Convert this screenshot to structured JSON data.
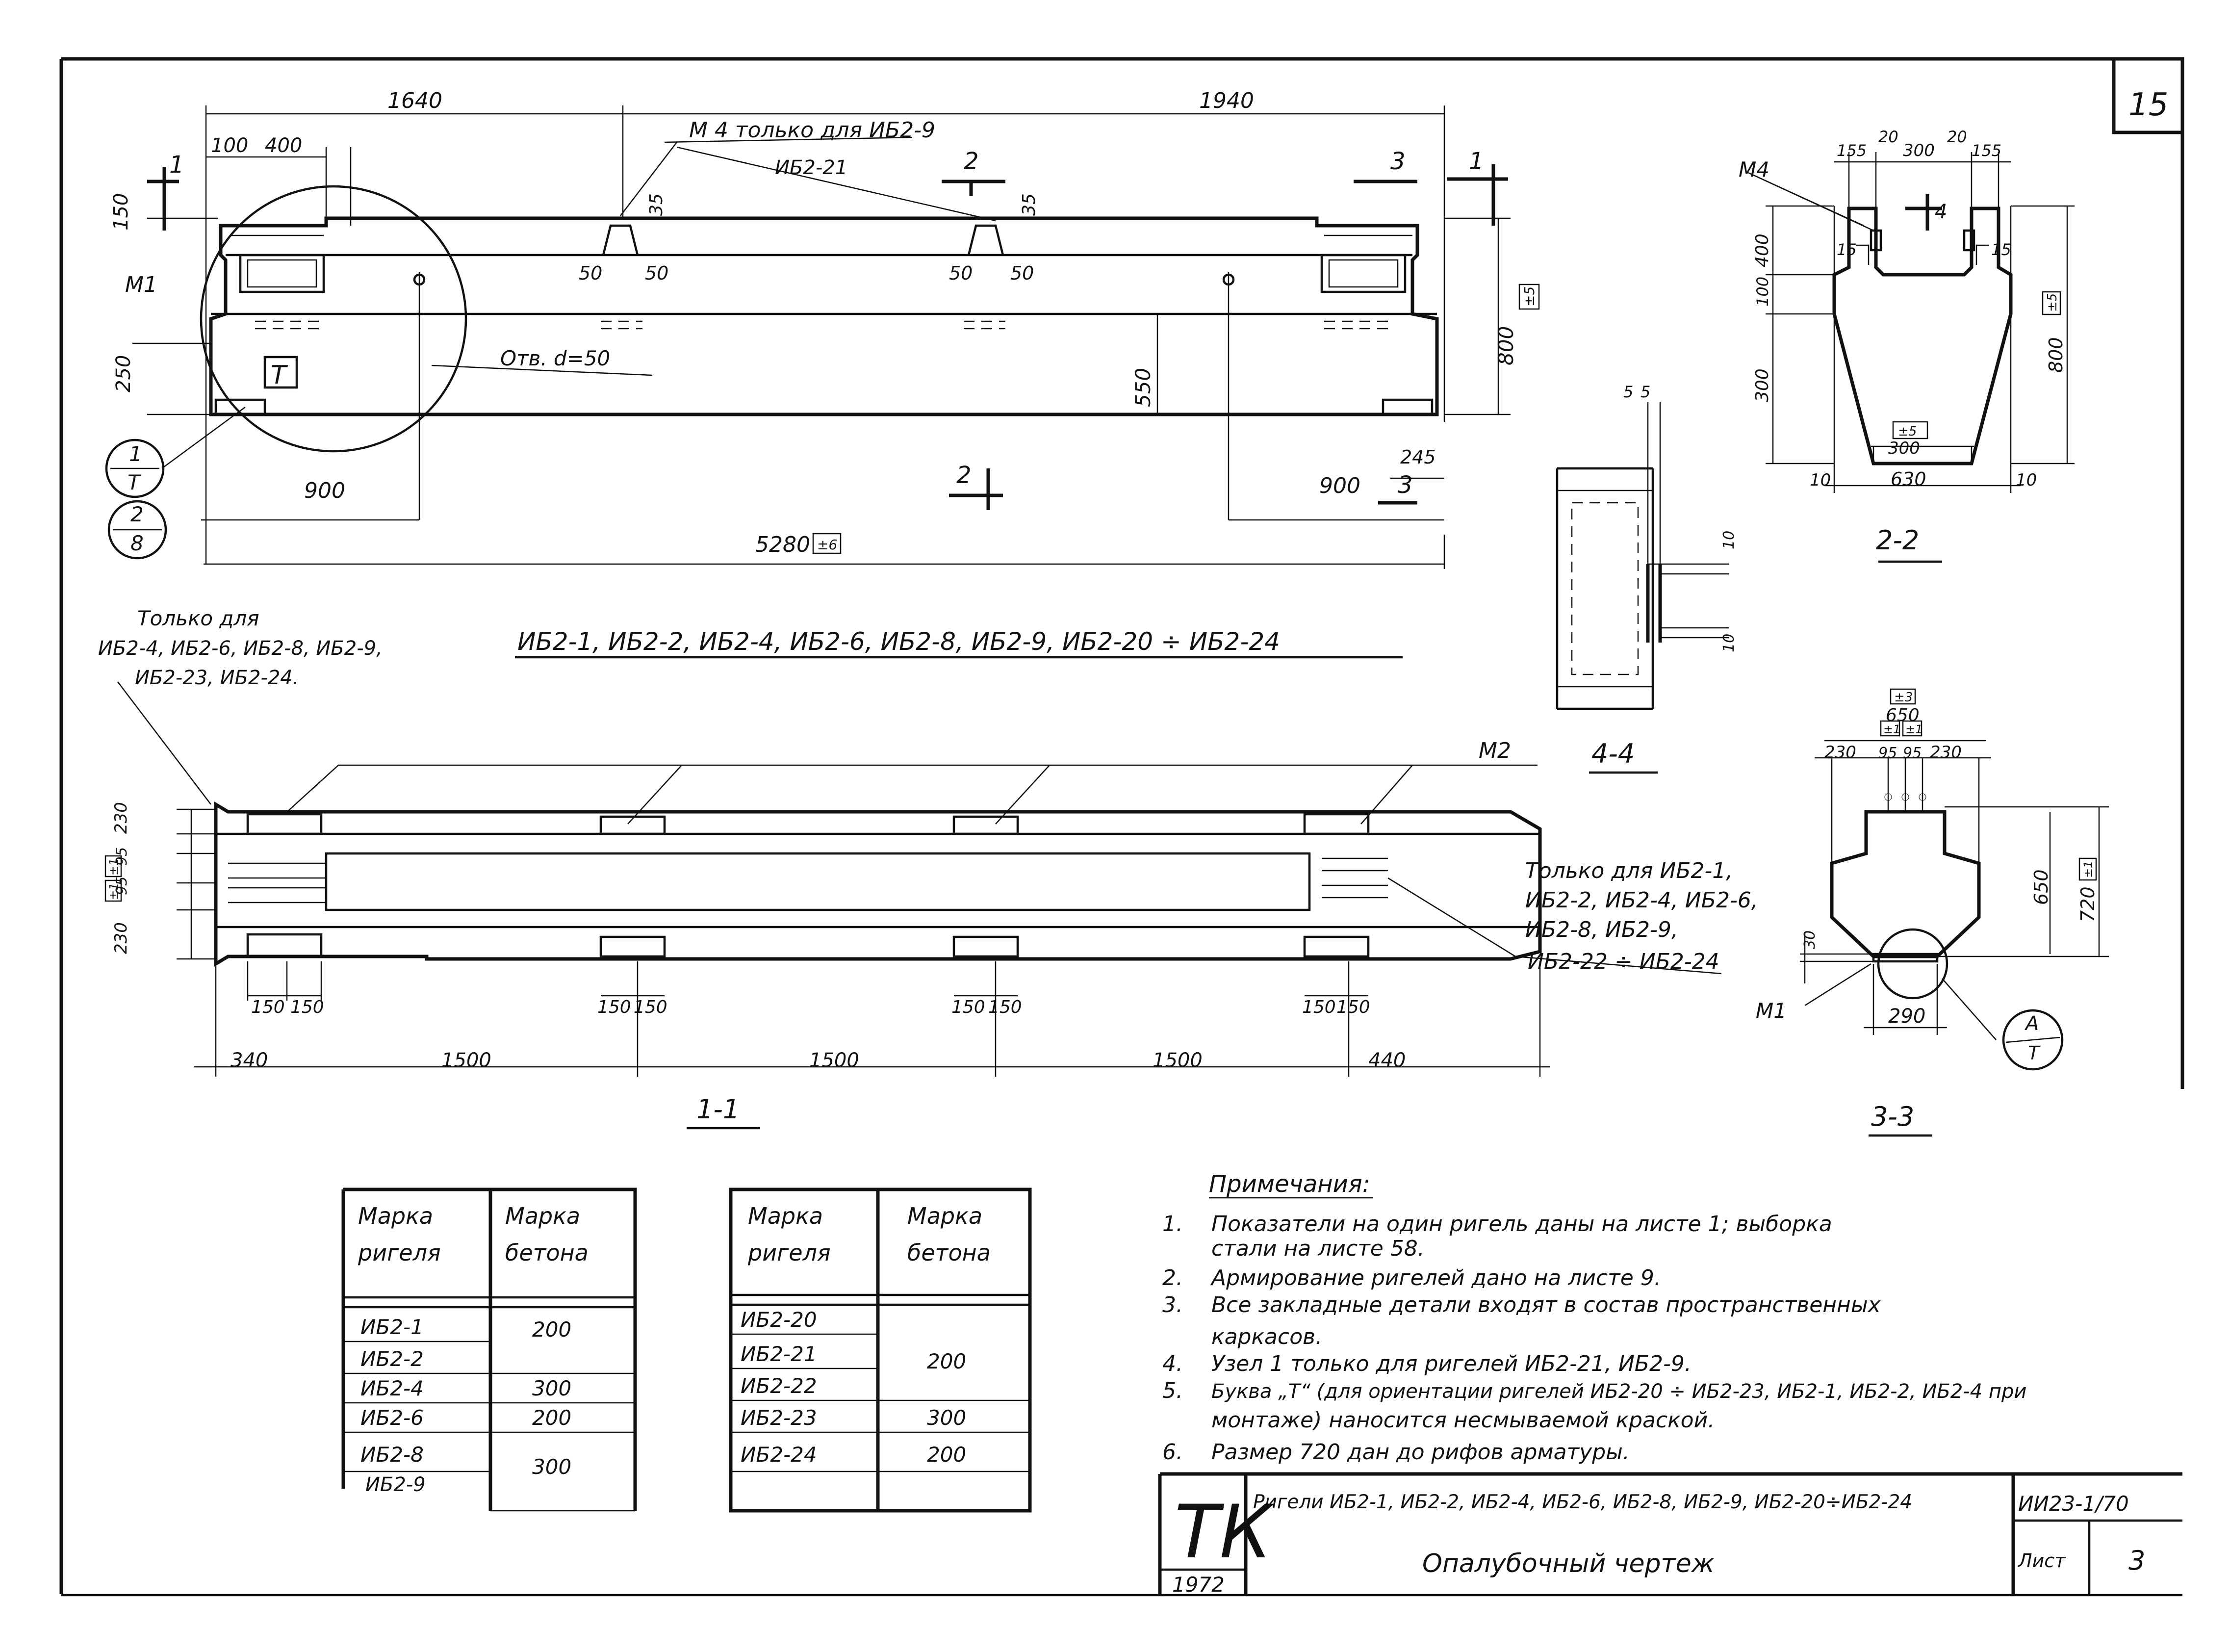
{
  "sheet": {
    "corner_number": "15",
    "stamp": "ТК",
    "year": "1972",
    "title_line": "Ригели ИБ2-1, ИБ2-2, ИБ2-4, ИБ2-6, ИБ2-8, ИБ2-9, ИБ2-20÷ИБ2-24",
    "title_main": "Опалубочный чертеж",
    "series": "ИИ23-1/70",
    "list_label": "Лист",
    "list_number": "3"
  },
  "elevation": {
    "dims": {
      "d1640": "1640",
      "d1940": "1940",
      "d100": "100",
      "d400": "400",
      "d150": "150",
      "d250": "250",
      "d35a": "35",
      "d35b": "35",
      "d50a": "50",
      "d50b": "50",
      "d50c": "50",
      "d50d": "50",
      "d550": "550",
      "d800": "800",
      "d900a": "900",
      "d900b": "900",
      "d245": "245",
      "d5280": "5280"
    },
    "tol_800": "±5",
    "tol_5280": "±6",
    "m4_note": "М 4 только для ИБ2-9",
    "m4_note2": "ИБ2-21",
    "m1": "М1",
    "hole": "Отв. d=50",
    "letter_t": "Т",
    "sec1": "1",
    "sec2": "2",
    "sec3": "3",
    "bubble1_top": "1",
    "bubble1_bot": "Т",
    "bubble2_top": "2",
    "bubble2_bot": "8"
  },
  "plan": {
    "only_note": [
      "Только для",
      "ИБ2-4, ИБ2-6, ИБ2-8, ИБ2-9,",
      "ИБ2-23, ИБ2-24."
    ],
    "marks_list": "ИБ2-1, ИБ2-2, ИБ2-4, ИБ2-6, ИБ2-8, ИБ2-9, ИБ2-20 ÷ ИБ2-24",
    "m2": "М2",
    "right_note": [
      "Только для ИБ2-1,",
      "ИБ2-2, ИБ2-4, ИБ2-6,",
      "ИБ2-8, ИБ2-9,",
      "ИБ2-22 ÷ ИБ2-24"
    ],
    "dims": {
      "d230a": "230",
      "d95a": "95",
      "d95b": "95",
      "d230b": "230",
      "d150": "150",
      "d340": "340",
      "d1500a": "1500",
      "d1500b": "1500",
      "d1500c": "1500",
      "d440": "440"
    },
    "tol": "±1",
    "label": "1-1"
  },
  "section22": {
    "m4": "М4",
    "dims": {
      "d155a": "155",
      "d20a": "20",
      "d300": "300",
      "d20b": "20",
      "d155b": "155",
      "d15a": "15",
      "d15b": "15",
      "d400": "400",
      "d100": "100",
      "d300v": "300",
      "d800": "800",
      "d300b": "300",
      "d10a": "10",
      "d630": "630",
      "d10b": "10",
      "d4": "4"
    },
    "tol": "±5",
    "tol2": "±5",
    "label": "2-2"
  },
  "section44": {
    "d5a": "5",
    "d5b": "5",
    "d10a": "10",
    "d10b": "10",
    "label": "4-4"
  },
  "section33": {
    "dims": {
      "d650t": "650",
      "d230a": "230",
      "d95a": "95",
      "d95b": "95",
      "d230b": "230",
      "d650": "650",
      "d720": "720",
      "d30": "30",
      "d290": "290"
    },
    "tol_top": "±3",
    "tol_a": "±1",
    "tol_b": "±1",
    "tol_720": "±1",
    "m1": "М1",
    "bubble_top": "А",
    "bubble_bot": "Т",
    "label": "3-3"
  },
  "table1": {
    "headers": [
      [
        "Марка",
        "ригеля"
      ],
      [
        "Марка",
        "бетона"
      ]
    ],
    "rows": [
      {
        "mark": "ИБ2-1",
        "concrete": "200"
      },
      {
        "mark": "ИБ2-2",
        "concrete": ""
      },
      {
        "mark": "ИБ2-4",
        "concrete": "300"
      },
      {
        "mark": "ИБ2-6",
        "concrete": "200"
      },
      {
        "mark": "ИБ2-8",
        "concrete": "300"
      },
      {
        "mark": "ИБ2-9",
        "concrete": ""
      }
    ]
  },
  "table2": {
    "headers": [
      [
        "Марка",
        "ригеля"
      ],
      [
        "Марка",
        "бетона"
      ]
    ],
    "rows": [
      {
        "mark": "ИБ2-20",
        "concrete": ""
      },
      {
        "mark": "ИБ2-21",
        "concrete": "200"
      },
      {
        "mark": "ИБ2-22",
        "concrete": ""
      },
      {
        "mark": "ИБ2-23",
        "concrete": "300"
      },
      {
        "mark": "ИБ2-24",
        "concrete": "200"
      }
    ]
  },
  "notes": {
    "title": "Примечания:",
    "items": [
      {
        "n": "1.",
        "lines": [
          "Показатели на один ригель даны на листе 1; выборка",
          "стали на листе 58."
        ]
      },
      {
        "n": "2.",
        "lines": [
          "Армирование ригелей дано на листе 9."
        ]
      },
      {
        "n": "3.",
        "lines": [
          "Все закладные детали входят в состав пространственных",
          "каркасов."
        ]
      },
      {
        "n": "4.",
        "lines": [
          "Узел 1 только для ригелей ИБ2-21, ИБ2-9."
        ]
      },
      {
        "n": "5.",
        "lines": [
          "Буква „Т“ (для ориентации ригелей ИБ2-20 ÷ ИБ2-23, ИБ2-1, ИБ2-2, ИБ2-4 при",
          "монтаже) наносится несмываемой краской."
        ]
      },
      {
        "n": "6.",
        "lines": [
          "Размер 720 дан до рифов арматуры."
        ]
      }
    ]
  }
}
